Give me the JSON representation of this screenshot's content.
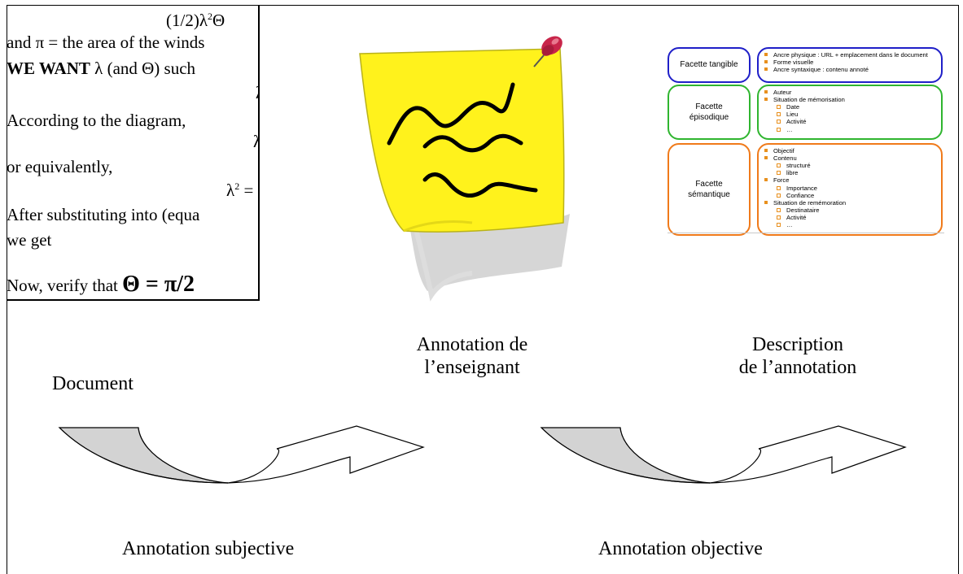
{
  "document_excerpt": {
    "line_top": "(1/2)λ",
    "line_top_sup": "2",
    "line_top_end": "Θ",
    "line_2": "and π = the area of the winds",
    "line_3_strong": "WE WANT",
    "line_3_rest": " λ (and Θ) such",
    "frag_lambda_1": "λ",
    "line_4": "According to the diagram,",
    "frag_lambda_2": "λ",
    "line_5": "or equivalently,",
    "frag_lambda_3": "λ",
    "frag_lambda_3_sup": "2",
    "frag_lambda_3_end": " =",
    "line_6": "After substituting into (equa",
    "line_7": "we get",
    "line_8_start": "Now, verify that ",
    "line_8_big": "Θ = π/2"
  },
  "facets": [
    {
      "label": "Facette tangible",
      "color": "#1f1fc8",
      "items": [
        {
          "text": "Ancre physique : URL + emplacement dans le document",
          "sub": []
        },
        {
          "text": "Forme visuelle",
          "sub": []
        },
        {
          "text": "Ancre syntaxique : contenu annoté",
          "sub": []
        }
      ]
    },
    {
      "label_line1": "Facette",
      "label_line2": "épisodique",
      "color": "#2fb52f",
      "items": [
        {
          "text": "Auteur",
          "sub": []
        },
        {
          "text": "Situation de mémorisation",
          "sub": [
            "Date",
            "Lieu",
            "Activité",
            "…"
          ]
        }
      ]
    },
    {
      "label_line1": "Facette",
      "label_line2": "sémantique",
      "color": "#f07a1a",
      "items": [
        {
          "text": "Objectif",
          "sub": []
        },
        {
          "text": "Contenu",
          "sub": [
            "structuré",
            "libre"
          ]
        },
        {
          "text": "Force",
          "sub": [
            "Importance",
            "Confiance"
          ]
        },
        {
          "text": "Situation de remémoration",
          "sub": [
            "Destinataire",
            "Activité",
            "…"
          ]
        }
      ]
    }
  ],
  "captions": {
    "document": "Document",
    "teacher_annotation_line1": "Annotation de",
    "teacher_annotation_line2": "l’enseignant",
    "description_line1": "Description",
    "description_line2": "de l’annotation",
    "subjective": "Annotation subjective",
    "objective": "Annotation objective"
  },
  "colors": {
    "sticky_note": "#fff21c",
    "pin": "#c8254a",
    "arrow_fill": "#d3d3d3"
  },
  "icons": [
    "sticky-note-icon",
    "pushpin-icon",
    "curved-arrow-icon"
  ]
}
